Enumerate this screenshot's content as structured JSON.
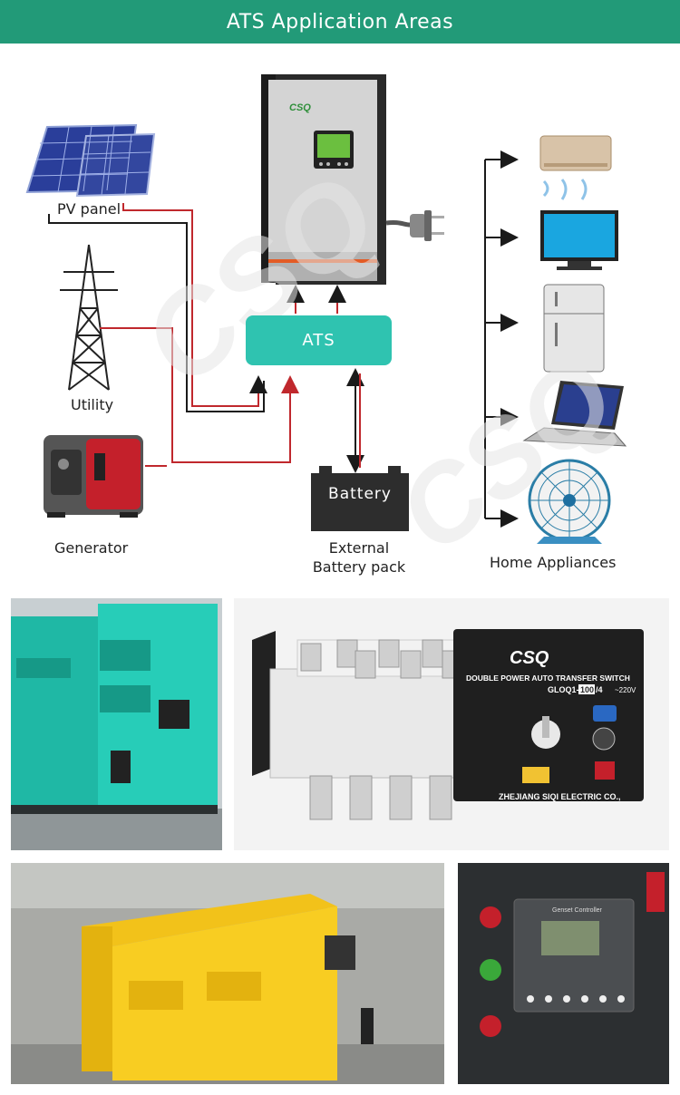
{
  "banner": {
    "title": "ATS Application Areas",
    "color": "#229a78"
  },
  "diagram": {
    "pv_panel_label": "PV panel",
    "utility_label": "Utility",
    "generator_label": "Generator",
    "ats_label": "ATS",
    "battery_label": "Battery",
    "external_battery_line1": "External",
    "external_battery_line2": "Battery pack",
    "home_appliances_label": "Home Appliances",
    "inverter_brand": "CSQ",
    "watermark": "CSQ",
    "colors": {
      "ats": "#2fc3b0",
      "wire_red": "#c0282d",
      "wire_black": "#1a1a1a"
    }
  },
  "photos": {
    "ats_switch": {
      "brand": "CSQ",
      "title": "DOUBLE POWER AUTO TRANSFER SWITCH",
      "model": "GLOQ1-",
      "rating": "100",
      "poles": "/4",
      "voltage": "~220V",
      "manufacturer": "ZHEJIANG SIQI ELECTRIC CO.,"
    },
    "controller": {
      "title": "Genset Controller"
    }
  }
}
